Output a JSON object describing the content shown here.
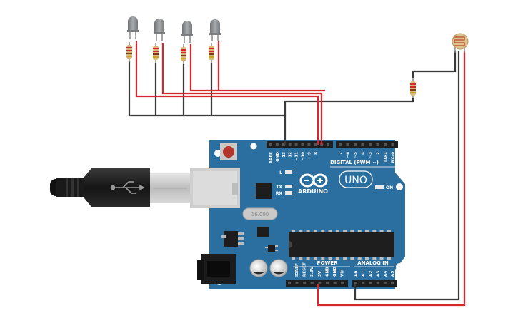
{
  "board": {
    "digital_header_label": "DIGITAL (PWM ~)",
    "uno_logo": "UNO",
    "brand": "ARDUINO",
    "crystal_label": "16.000",
    "on_label": "ON",
    "l_label": "L",
    "tx_label": "TX",
    "rx_label": "RX",
    "power_label": "POWER",
    "analog_label": "ANALOG IN",
    "digital_pins": [
      "AREF",
      "GND",
      "13",
      "12",
      "~11",
      "~10",
      "~9",
      "8",
      "7",
      "~6",
      "~5",
      "4",
      "~3",
      "2",
      "TX▸1",
      "RX◂0"
    ],
    "power_pins": [
      "IOREF",
      "RESET",
      "3.3V",
      "5V",
      "GND",
      "GND",
      "Vin"
    ],
    "analog_pins": [
      "A0",
      "A1",
      "A2",
      "A3",
      "A4",
      "A5"
    ]
  },
  "colors": {
    "board": "#2b6fa0",
    "wire_red": "#d8262d",
    "wire_black": "#3a3a3a",
    "header": "#1e1e1e",
    "led_body": "#8f9396",
    "resistor_body": "#d8b77a"
  },
  "components": {
    "leds": 4,
    "resistors": 5,
    "photoresistor": 1,
    "usb_cable": 1
  }
}
